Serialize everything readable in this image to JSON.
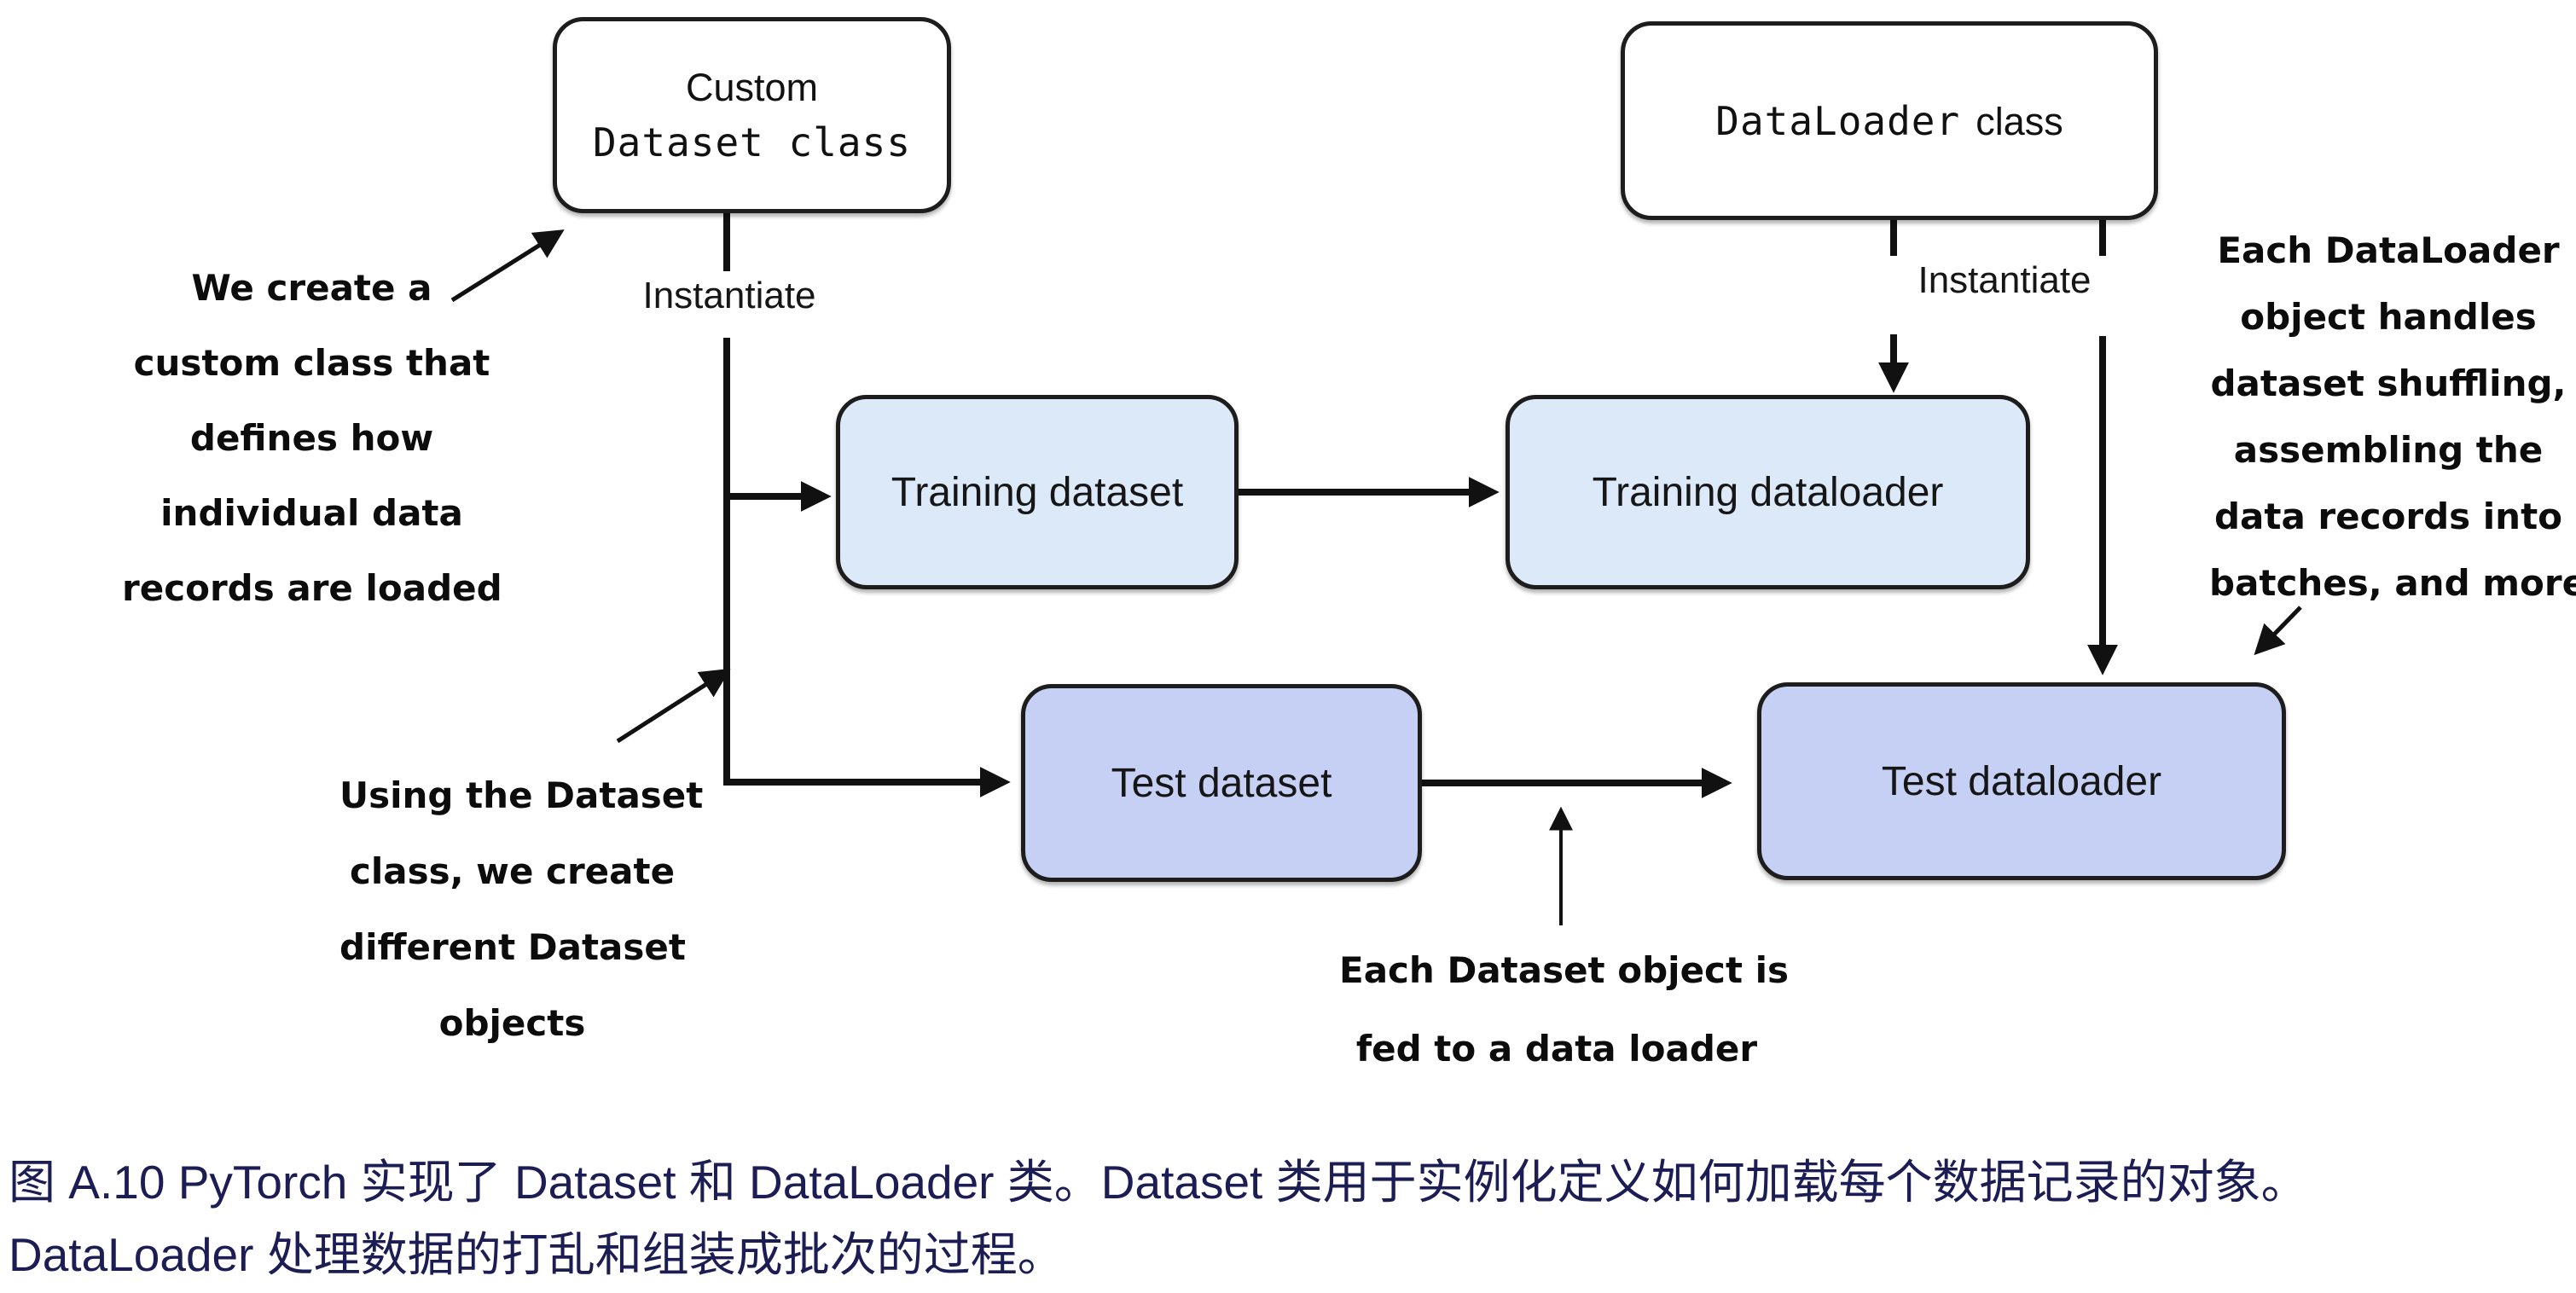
{
  "figure": {
    "boxes": {
      "custom_dataset_class": {
        "line1": "Custom",
        "line2": "Dataset class"
      },
      "dataloader_class": {
        "code": "DataLoader",
        "plain": "class"
      },
      "training_dataset": {
        "label": "Training dataset"
      },
      "training_dataloader": {
        "label": "Training dataloader"
      },
      "test_dataset": {
        "label": "Test dataset"
      },
      "test_dataloader": {
        "label": "Test dataloader"
      }
    },
    "edge_labels": {
      "instantiate_left": "Instantiate",
      "instantiate_right": "Instantiate"
    },
    "annotations": {
      "create_custom_class": {
        "lines": [
          "We create a",
          "custom class that",
          "defines how",
          "individual data",
          "records are loaded"
        ]
      },
      "using_dataset_class": {
        "lines": [
          "Using the Dataset",
          "class, we create",
          "different Dataset",
          "objects"
        ]
      },
      "dataset_fed_to_loader": {
        "lines": [
          "Each Dataset object is",
          "fed to a data loader"
        ]
      },
      "dataloader_handles": {
        "lines": [
          "Each DataLoader",
          "object handles",
          "dataset shuffling,",
          "assembling the",
          "data records into",
          "batches, and more"
        ]
      }
    },
    "caption": {
      "line1": "图 A.10 PyTorch 实现了 Dataset 和 DataLoader 类。Dataset 类用于实例化定义如何加载每个数据记录的对象。",
      "line2": "DataLoader 处理数据的打乱和组装成批次的过程。"
    },
    "colors": {
      "training_box_fill": "#dce9f8",
      "test_box_fill": "#c6cff4",
      "box_border": "#1d1d1d",
      "connector": "#111111",
      "caption_text": "#1d1d55",
      "annotation_text": "#0c0c0c"
    }
  }
}
